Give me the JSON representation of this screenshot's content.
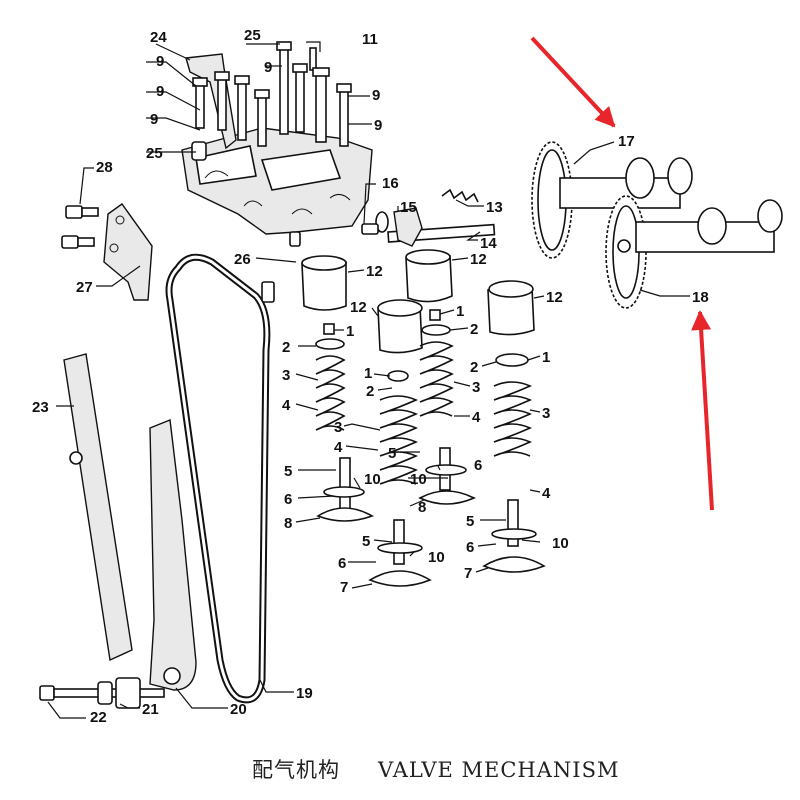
{
  "caption": {
    "chinese": "配气机构",
    "english": "VALVE MECHANISM"
  },
  "arrow_color": "#e8252a",
  "callouts": [
    {
      "id": "c11",
      "text": "11"
    },
    {
      "id": "c24",
      "text": "24"
    },
    {
      "id": "c25a",
      "text": "25"
    },
    {
      "id": "c9a",
      "text": "9"
    },
    {
      "id": "c9b",
      "text": "9"
    },
    {
      "id": "c9c",
      "text": "9"
    },
    {
      "id": "c9d",
      "text": "9"
    },
    {
      "id": "c9e",
      "text": "9"
    },
    {
      "id": "c9f",
      "text": "9"
    },
    {
      "id": "c25b",
      "text": "25"
    },
    {
      "id": "c28",
      "text": "28"
    },
    {
      "id": "c27",
      "text": "27"
    },
    {
      "id": "c16",
      "text": "16"
    },
    {
      "id": "c15",
      "text": "15"
    },
    {
      "id": "c13",
      "text": "13"
    },
    {
      "id": "c14",
      "text": "14"
    },
    {
      "id": "c17",
      "text": "17"
    },
    {
      "id": "c18",
      "text": "18"
    },
    {
      "id": "c26",
      "text": "26"
    },
    {
      "id": "c12a",
      "text": "12"
    },
    {
      "id": "c12b",
      "text": "12"
    },
    {
      "id": "c12c",
      "text": "12"
    },
    {
      "id": "c12d",
      "text": "12"
    },
    {
      "id": "c1a",
      "text": "1"
    },
    {
      "id": "c1b",
      "text": "1"
    },
    {
      "id": "c1c",
      "text": "1"
    },
    {
      "id": "c1d",
      "text": "1"
    },
    {
      "id": "c2a",
      "text": "2"
    },
    {
      "id": "c2b",
      "text": "2"
    },
    {
      "id": "c2c",
      "text": "2"
    },
    {
      "id": "c2d",
      "text": "2"
    },
    {
      "id": "c3a",
      "text": "3"
    },
    {
      "id": "c3b",
      "text": "3"
    },
    {
      "id": "c3c",
      "text": "3"
    },
    {
      "id": "c3d",
      "text": "3"
    },
    {
      "id": "c4a",
      "text": "4"
    },
    {
      "id": "c4b",
      "text": "4"
    },
    {
      "id": "c4c",
      "text": "4"
    },
    {
      "id": "c4d",
      "text": "4"
    },
    {
      "id": "c5a",
      "text": "5"
    },
    {
      "id": "c5b",
      "text": "5"
    },
    {
      "id": "c5c",
      "text": "5"
    },
    {
      "id": "c5d",
      "text": "5"
    },
    {
      "id": "c6a",
      "text": "6"
    },
    {
      "id": "c6b",
      "text": "6"
    },
    {
      "id": "c6c",
      "text": "6"
    },
    {
      "id": "c6d",
      "text": "6"
    },
    {
      "id": "c7a",
      "text": "7"
    },
    {
      "id": "c7b",
      "text": "7"
    },
    {
      "id": "c8a",
      "text": "8"
    },
    {
      "id": "c8b",
      "text": "8"
    },
    {
      "id": "c10a",
      "text": "10"
    },
    {
      "id": "c10b",
      "text": "10"
    },
    {
      "id": "c10c",
      "text": "10"
    },
    {
      "id": "c10d",
      "text": "10"
    },
    {
      "id": "c23",
      "text": "23"
    },
    {
      "id": "c19",
      "text": "19"
    },
    {
      "id": "c20",
      "text": "20"
    },
    {
      "id": "c21",
      "text": "21"
    },
    {
      "id": "c22",
      "text": "22"
    }
  ]
}
